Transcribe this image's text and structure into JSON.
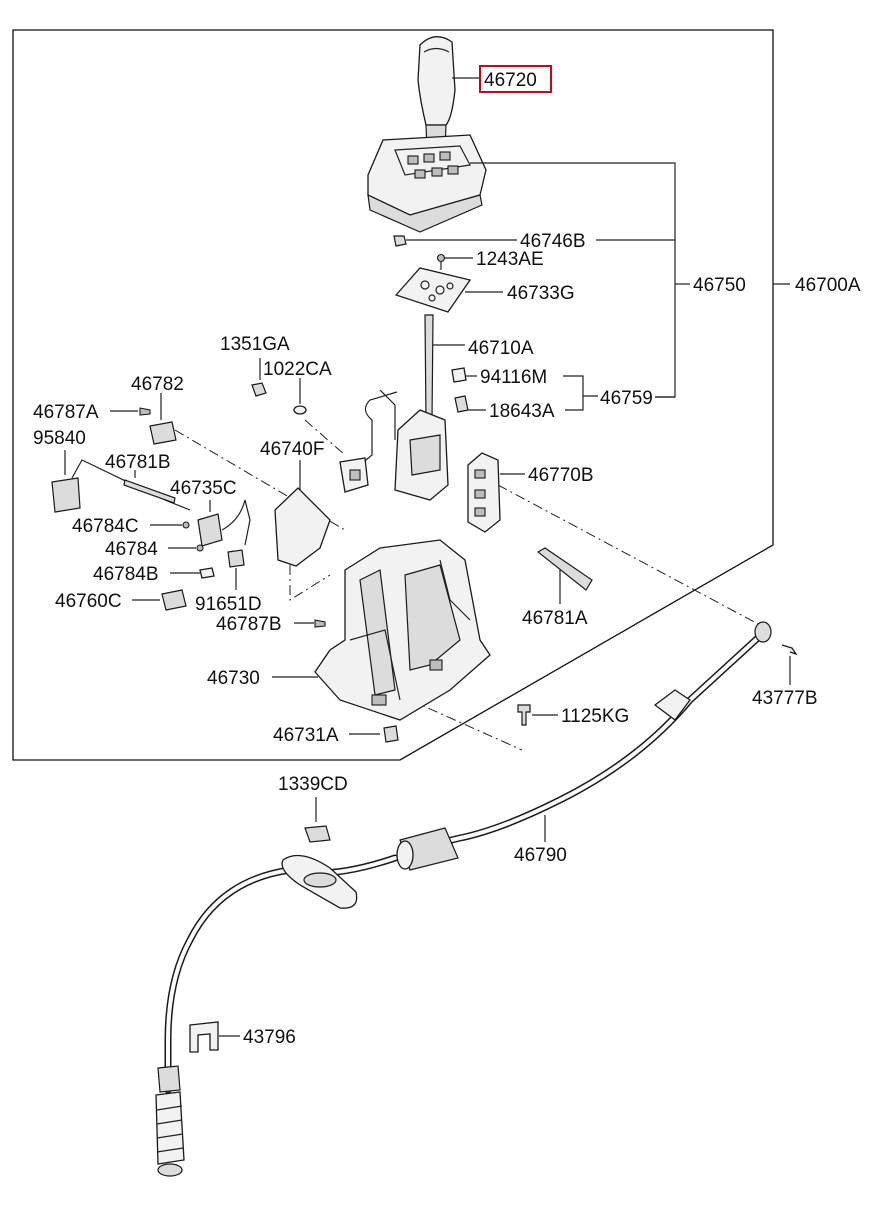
{
  "diagram": {
    "highlighted_part": "46720",
    "callouts": {
      "p46720": "46720",
      "p46746B": "46746B",
      "p1243AE": "1243AE",
      "p46733G": "46733G",
      "p46750": "46750",
      "p46700A": "46700A",
      "p1351GA": "1351GA",
      "p1022CA": "1022CA",
      "p46710A": "46710A",
      "p94116M": "94116M",
      "p46759": "46759",
      "p18643A": "18643A",
      "p46782": "46782",
      "p46787A": "46787A",
      "p95840": "95840",
      "p46740F": "46740F",
      "p46781B": "46781B",
      "p46770B": "46770B",
      "p46735C": "46735C",
      "p46784C": "46784C",
      "p46784": "46784",
      "p46784B": "46784B",
      "p46760C": "46760C",
      "p91651D": "91651D",
      "p46787B": "46787B",
      "p46781A": "46781A",
      "p46730": "46730",
      "p43777B": "43777B",
      "p1125KG": "1125KG",
      "p46731A": "46731A",
      "p1339CD": "1339CD",
      "p46790": "46790",
      "p43796": "43796"
    }
  }
}
